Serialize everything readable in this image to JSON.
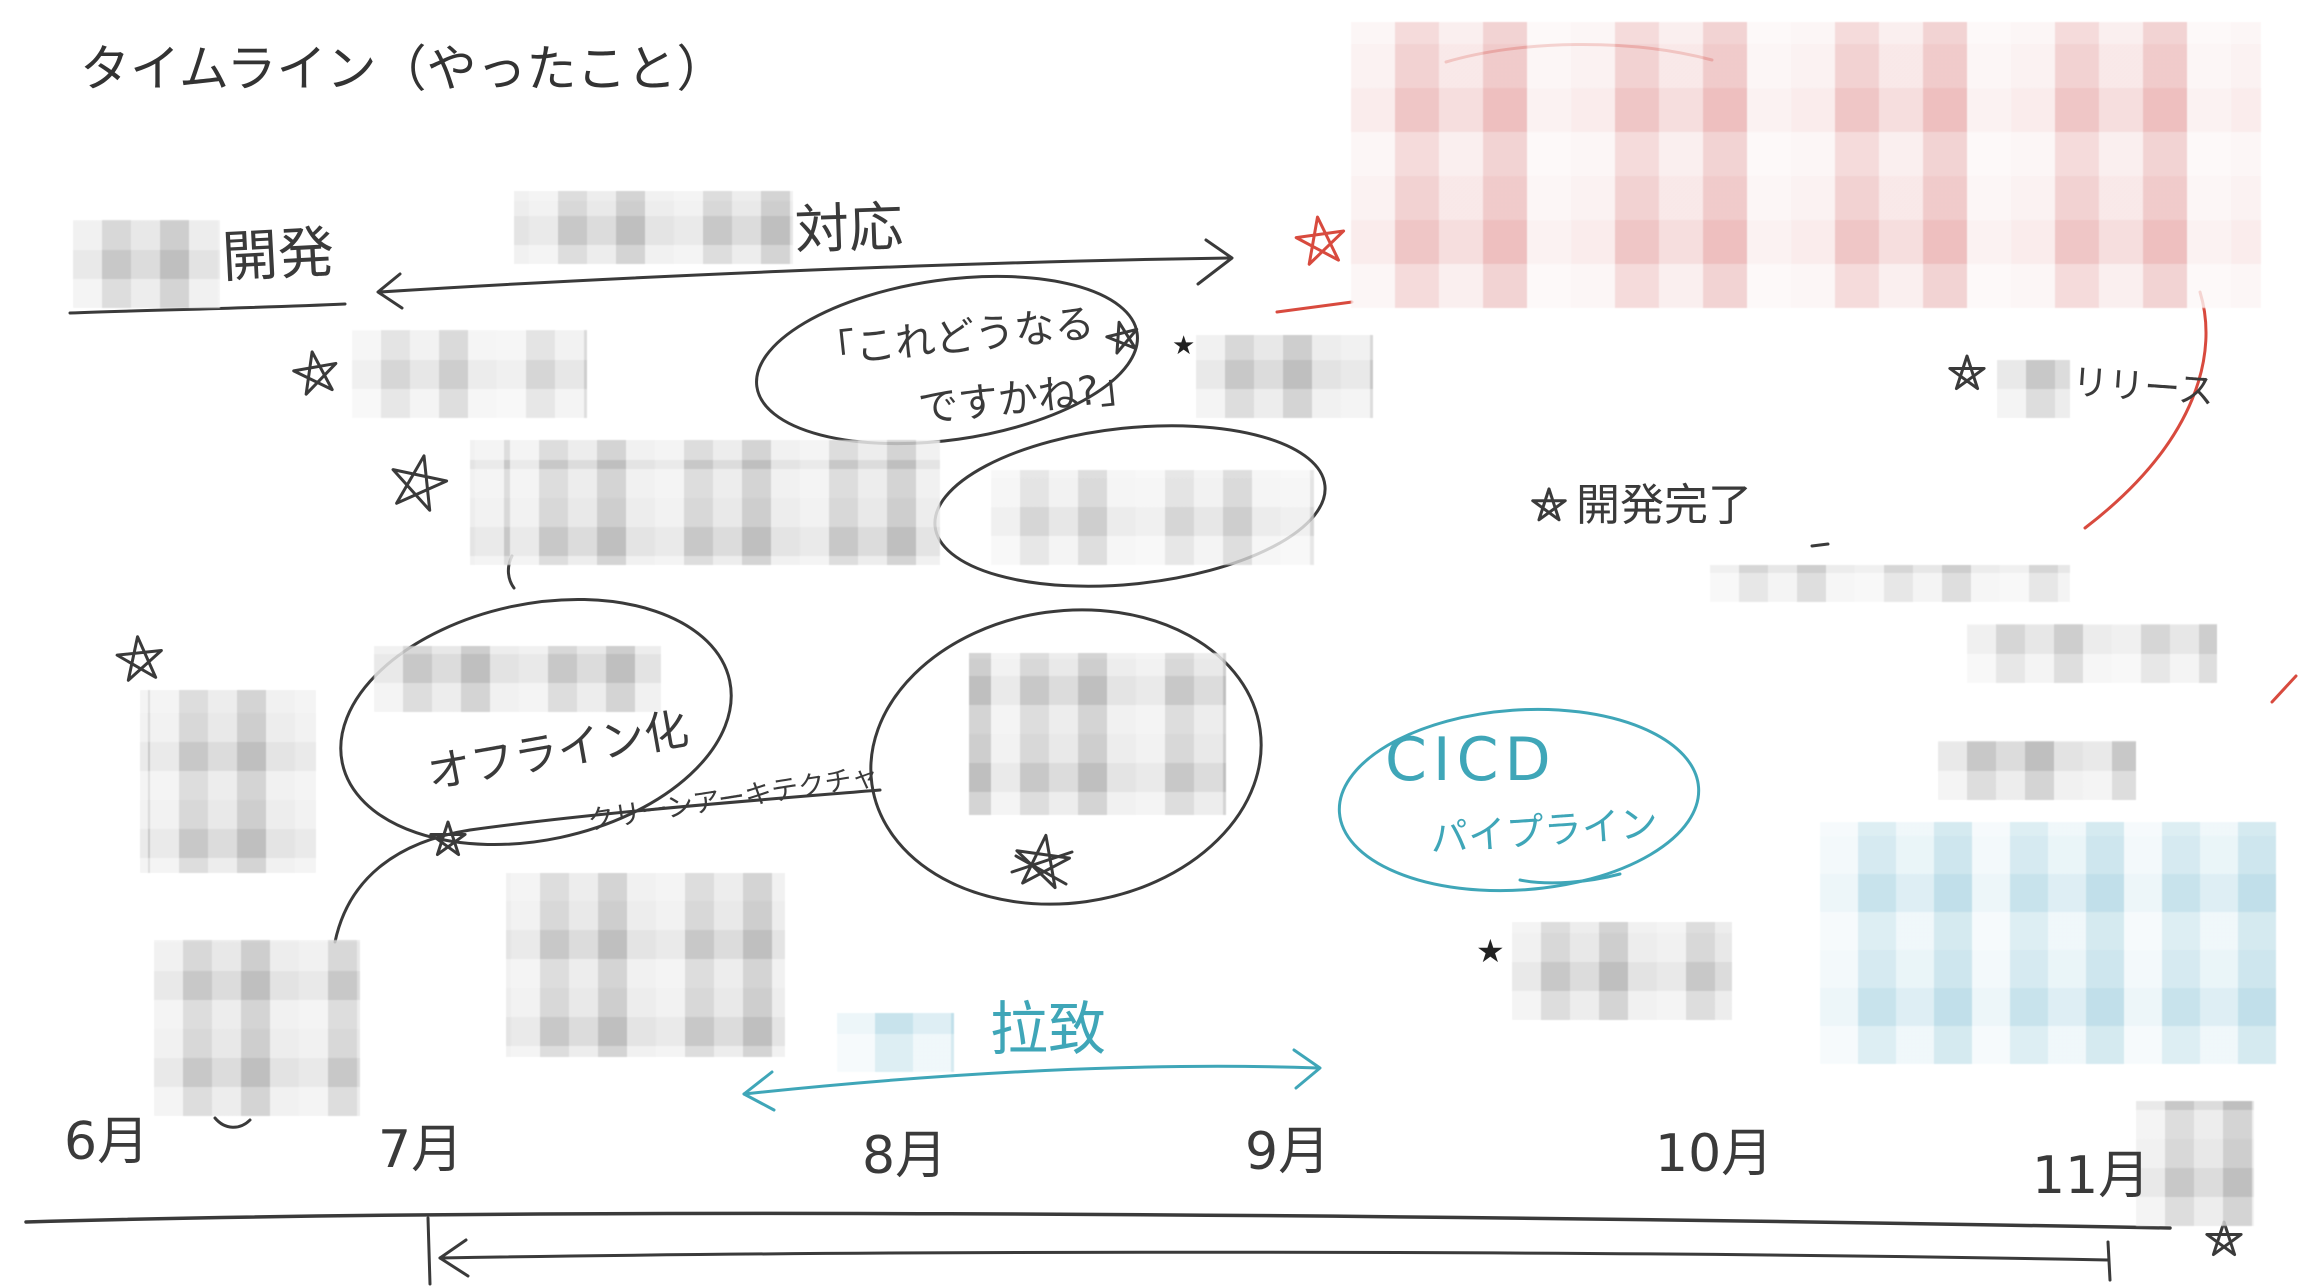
{
  "header": {
    "title": "タイムライン（やったこと）"
  },
  "timeline": {
    "months": [
      "6月",
      "7月",
      "8月",
      "9月",
      "10月",
      "11月"
    ]
  },
  "annotations": {
    "development": "開発",
    "support": "対応",
    "question": {
      "line1": "「これどうなる",
      "line2": "ですかね?」"
    },
    "offline": "オフライン化",
    "clean_architecture": "クリーンアーキテクチャ",
    "abduction": "拉致",
    "cicd": {
      "line1": "CICD",
      "line2": "パイプライン"
    },
    "development_complete": "開発完了",
    "release": "リリース",
    "marker": "★"
  },
  "icons": {
    "star": "hand-drawn-star-icon",
    "marker": "black-star-icon"
  },
  "colors": {
    "ink": "#3a3a3a",
    "red": "#d84a3e",
    "teal": "#3fa6b8",
    "title": "#333333"
  }
}
